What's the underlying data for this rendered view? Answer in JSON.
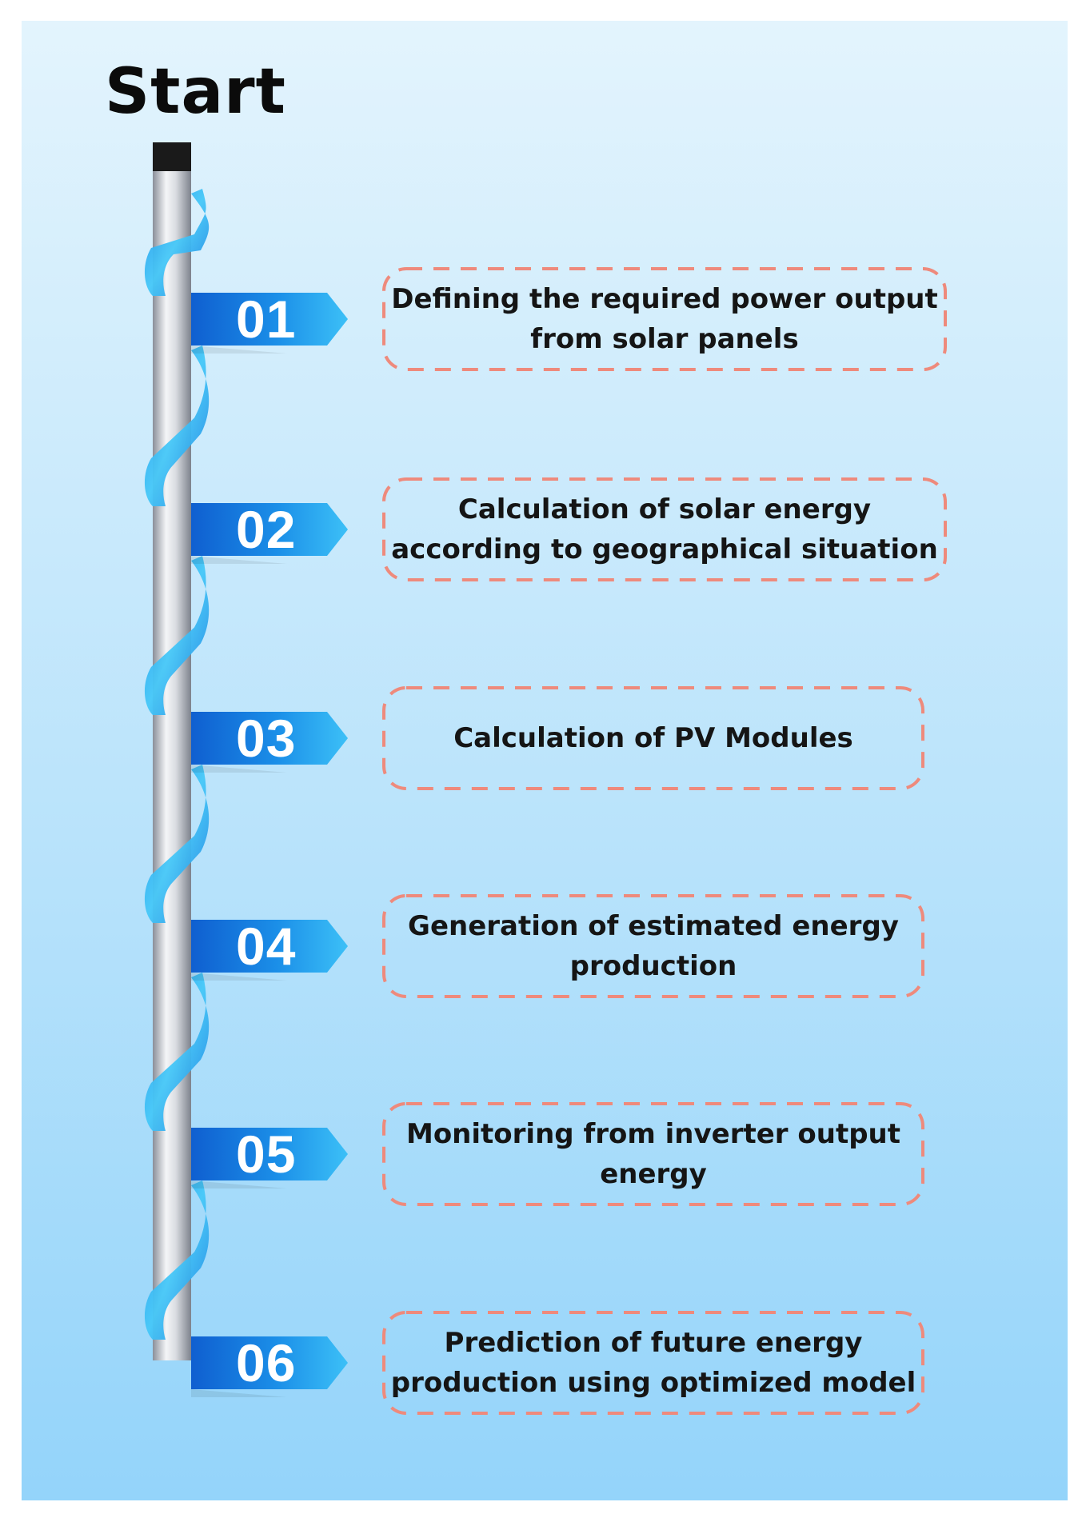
{
  "title": "Start",
  "colors": {
    "ribbon_light": "#3ec3f7",
    "ribbon_dark": "#1268d6",
    "pole_cap": "#1a1a1a",
    "box_dash": "#ee8a7c",
    "text": "#151515"
  },
  "steps": [
    {
      "number": "01",
      "text": "Defining the required power output from solar panels"
    },
    {
      "number": "02",
      "text": "Calculation of solar energy according to geographical situation"
    },
    {
      "number": "03",
      "text": "Calculation of PV Modules"
    },
    {
      "number": "04",
      "text": "Generation of estimated energy production"
    },
    {
      "number": "05",
      "text": "Monitoring from inverter output energy"
    },
    {
      "number": "06",
      "text": "Prediction of future energy production using optimized model"
    }
  ]
}
